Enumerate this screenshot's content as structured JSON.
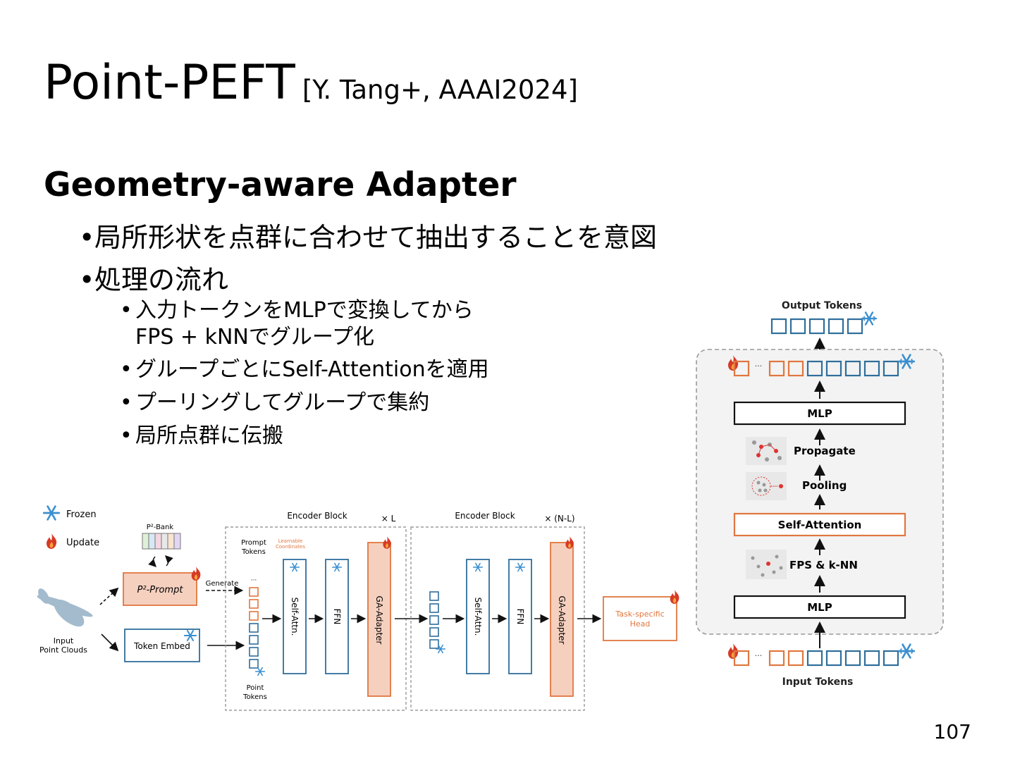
{
  "slide": {
    "title": "Point-PEFT",
    "citation": "[Y. Tang+, AAAI2024]",
    "heading": "Geometry-aware Adapter",
    "bullets": [
      "局所形状を点群に合わせて抽出することを意図",
      "処理の流れ"
    ],
    "sub_bullets": [
      [
        "入力トークンをMLPで変換してから",
        "FPS + kNNでグループ化"
      ],
      [
        "グループごとにSelf-Attentionを適用"
      ],
      [
        "プーリングしてグループで集約"
      ],
      [
        "局所点群に伝搬"
      ]
    ],
    "page_number": "107"
  },
  "left_diagram": {
    "legend": {
      "frozen": "Frozen",
      "update": "Update"
    },
    "bank_label": "P²-Bank",
    "prompt_module": "P²-Prompt",
    "token_embed": "Token Embed",
    "input_label": [
      "Input",
      "Point Clouds"
    ],
    "generate_label": "Generate",
    "prompt_tokens_label": [
      "Prompt",
      "Tokens"
    ],
    "learnable_label": [
      "Learnable",
      "Coordinates"
    ],
    "point_tokens_label": [
      "Point",
      "Tokens"
    ],
    "block1": {
      "title": "Encoder Block",
      "repeat": "× L",
      "self_attn": "Self-Attn.",
      "ffn": "FFN",
      "adapter": "GA-Adapter"
    },
    "block2": {
      "title": "Encoder Block",
      "repeat": "× (N-L)",
      "self_attn": "Self-Attn.",
      "ffn": "FFN",
      "adapter": "GA-Adapter"
    },
    "head": [
      "Task-specific",
      "Head"
    ]
  },
  "right_diagram": {
    "output_tokens": "Output Tokens",
    "input_tokens": "Input Tokens",
    "mlp_top": "MLP",
    "propagate": "Propagate",
    "pooling": "Pooling",
    "self_attention": "Self-Attention",
    "fps_knn": "FPS & k-NN",
    "mlp_bottom": "MLP",
    "ellipsis": "···"
  },
  "colors": {
    "orange": "#e0773f",
    "blue": "#2f6e9b",
    "frozen_blue": "#3a8fd0",
    "fire_red": "#d63a24",
    "adapter_fill": "#f6d0bf",
    "panel_bg": "#f3f3f3"
  }
}
